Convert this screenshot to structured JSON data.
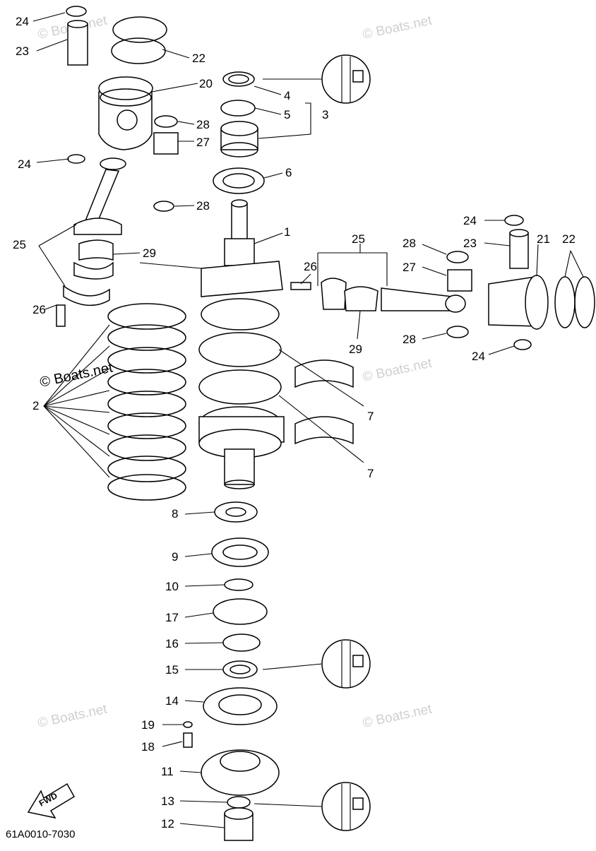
{
  "watermark": "© Boats.net",
  "diagram_code": "61A0010-7030",
  "fwd_label": "FWD",
  "callouts": [
    "1",
    "2",
    "3",
    "4",
    "5",
    "6",
    "7",
    "8",
    "9",
    "10",
    "11",
    "12",
    "13",
    "14",
    "15",
    "16",
    "17",
    "18",
    "19",
    "20",
    "21",
    "22",
    "23",
    "24",
    "25",
    "26",
    "27",
    "28",
    "29"
  ]
}
